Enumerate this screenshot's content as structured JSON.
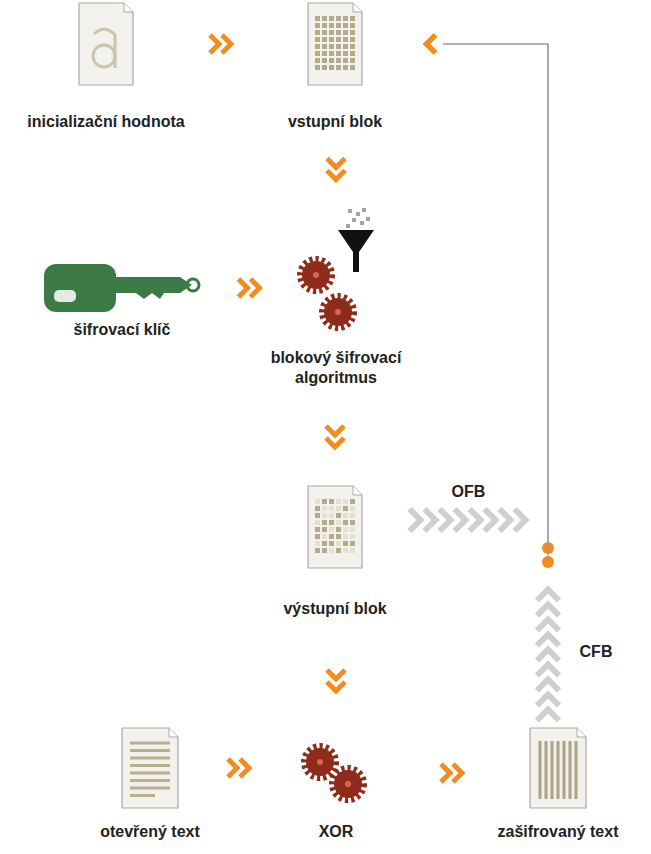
{
  "diagram": {
    "nodes": [
      {
        "text": [
          "inicializační hodnota"
        ]
      },
      {
        "text": [
          "vstupní blok"
        ]
      },
      {
        "text": [
          "šifrovací klíč"
        ]
      },
      {
        "text": [
          "blokový šifrovací algoritmus"
        ]
      },
      {
        "text": [
          "výstupní blok"
        ]
      },
      {
        "text": [
          "otevřený text"
        ]
      },
      {
        "text": [
          "XOR"
        ]
      },
      {
        "text": [
          "zašifrovaný text"
        ]
      }
    ],
    "edges": [
      {
        "from": 0,
        "to": 1,
        "arrow": "to"
      },
      {
        "from": 1,
        "to": 3,
        "arrow": "to"
      },
      {
        "from": 2,
        "to": 3,
        "arrow": "to"
      },
      {
        "from": 3,
        "to": 4,
        "arrow": "to"
      },
      {
        "from": 4,
        "to": 6,
        "arrow": "to"
      },
      {
        "from": 5,
        "to": 6,
        "arrow": "to"
      },
      {
        "from": 6,
        "to": 7,
        "arrow": "to"
      },
      {
        "from": 4,
        "to": 1,
        "label": "OFB",
        "arrow": "to"
      },
      {
        "from": 7,
        "to": 1,
        "label": "CFB",
        "arrow": "to"
      }
    ]
  }
}
